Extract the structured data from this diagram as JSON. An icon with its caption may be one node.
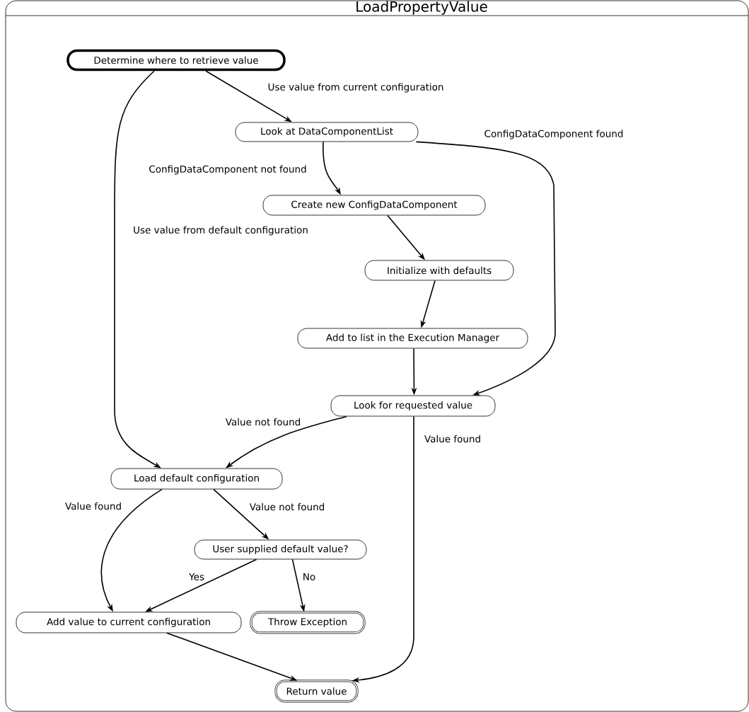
{
  "diagram": {
    "nodes": [
      {
        "text": [
          "LoadPropertyValue"
        ]
      },
      {
        "text": [
          "Determine where to retrieve value"
        ],
        "in": 0
      },
      {
        "text": [
          "Look at DataComponentList"
        ],
        "in": 0
      },
      {
        "text": [
          "Create new ConfigDataComponent"
        ],
        "in": 0
      },
      {
        "text": [
          "Initialize with defaults"
        ],
        "in": 0
      },
      {
        "text": [
          "Add to list in the Execution Manager"
        ],
        "in": 0
      },
      {
        "text": [
          "Look for requested value"
        ],
        "in": 0
      },
      {
        "text": [
          "Load default configuration"
        ],
        "in": 0
      },
      {
        "text": [
          "User supplied default value?"
        ],
        "in": 0
      },
      {
        "text": [
          "Add value to current configuration"
        ],
        "in": 0
      },
      {
        "text": [
          "Throw Exception"
        ],
        "in": 0
      },
      {
        "text": [
          "Return value"
        ],
        "in": 0
      }
    ],
    "edges": [
      {
        "from": 1,
        "to": 2,
        "arrow": "to",
        "label": "Use value from current configuration"
      },
      {
        "from": 1,
        "to": 7,
        "arrow": "to",
        "label": "Use value from default configuration"
      },
      {
        "from": 2,
        "to": 3,
        "arrow": "to",
        "label": "ConfigDataComponent not found"
      },
      {
        "from": 2,
        "to": 6,
        "arrow": "to",
        "label": "ConfigDataComponent found"
      },
      {
        "from": 3,
        "to": 4,
        "arrow": "to"
      },
      {
        "from": 4,
        "to": 5,
        "arrow": "to"
      },
      {
        "from": 5,
        "to": 6,
        "arrow": "to"
      },
      {
        "from": 6,
        "to": 7,
        "arrow": "to",
        "label": "Value not found"
      },
      {
        "from": 6,
        "to": 11,
        "arrow": "to",
        "label": "Value found"
      },
      {
        "from": 7,
        "to": 9,
        "arrow": "to",
        "label": "Value found"
      },
      {
        "from": 7,
        "to": 8,
        "arrow": "to",
        "label": "Value not found"
      },
      {
        "from": 8,
        "to": 9,
        "arrow": "to",
        "label": "Yes"
      },
      {
        "from": 8,
        "to": 10,
        "arrow": "to",
        "label": "No"
      },
      {
        "from": 9,
        "to": 11,
        "arrow": "to"
      }
    ]
  }
}
